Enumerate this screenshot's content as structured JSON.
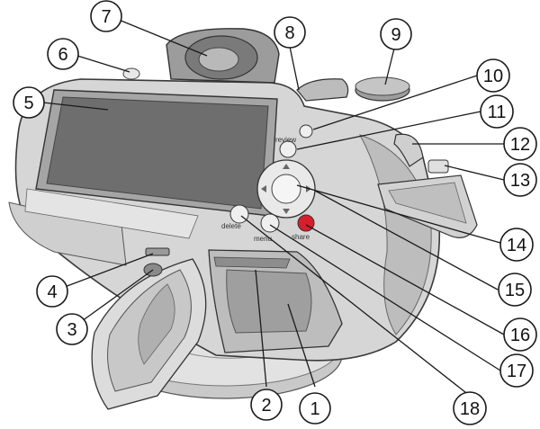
{
  "diagram": {
    "button_labels": {
      "review": "review",
      "delete": "delete",
      "menu": "menu",
      "share": "share"
    },
    "callouts": [
      {
        "number": "1"
      },
      {
        "number": "2"
      },
      {
        "number": "3"
      },
      {
        "number": "4"
      },
      {
        "number": "5"
      },
      {
        "number": "6"
      },
      {
        "number": "7"
      },
      {
        "number": "8"
      },
      {
        "number": "9"
      },
      {
        "number": "10"
      },
      {
        "number": "11"
      },
      {
        "number": "12"
      },
      {
        "number": "13"
      },
      {
        "number": "14"
      },
      {
        "number": "15"
      },
      {
        "number": "16"
      },
      {
        "number": "17"
      },
      {
        "number": "18"
      }
    ],
    "colors": {
      "body": "#d6d6d6",
      "body_shadow": "#a9a9a9",
      "lcd": "#6e6e6e",
      "share_button": "#d81e2c",
      "outline": "#1a1a1a"
    }
  }
}
